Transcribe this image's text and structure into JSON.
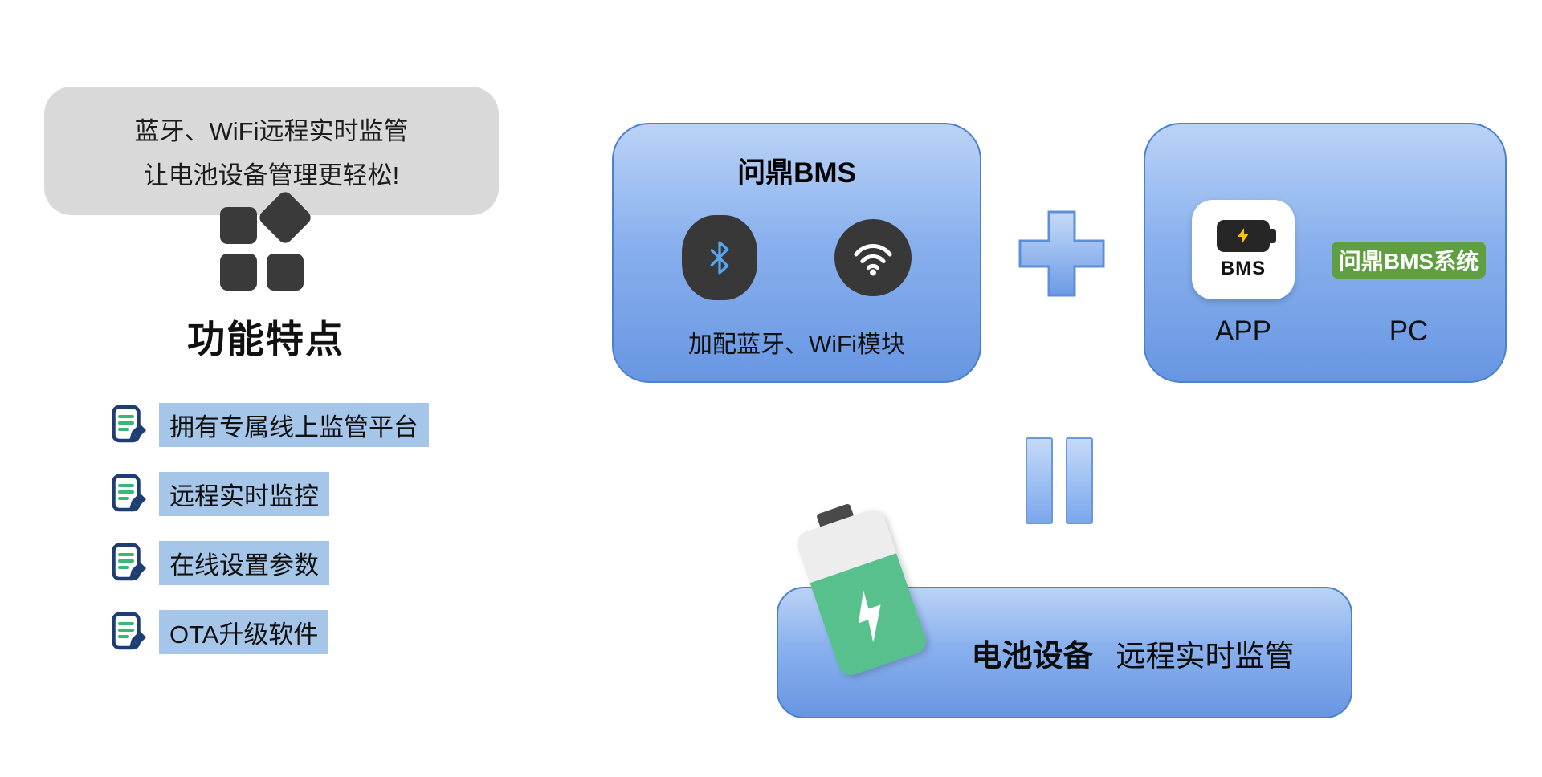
{
  "intro": {
    "line1": "蓝牙、WiFi远程实时监管",
    "line2": "让电池设备管理更轻松!"
  },
  "features": {
    "title": "功能特点",
    "items": [
      "拥有专属线上监管平台",
      "远程实时监控",
      "在线设置参数",
      "OTA升级软件"
    ]
  },
  "bms_box": {
    "title": "问鼎BMS",
    "caption": "加配蓝牙、WiFi模块"
  },
  "platform_box": {
    "app_icon_text": "BMS",
    "app_label": "APP",
    "pc_badge": "问鼎BMS系统",
    "pc_label": "PC"
  },
  "result_box": {
    "device": "电池设备",
    "caption": "远程实时监管"
  },
  "operators": {
    "plus": "+",
    "equals": "="
  },
  "colors": {
    "bubble_gray": "#d9d9d9",
    "box_gradient_top": "#bad3f6",
    "box_gradient_bottom": "#6796e2",
    "box_border": "#4d80cc",
    "feature_highlight": "#a5c6e9",
    "badge_green": "#5f9e41",
    "battery_green": "#57c08c",
    "bluetooth_blue": "#58a6f2",
    "icon_dark": "#383838"
  }
}
